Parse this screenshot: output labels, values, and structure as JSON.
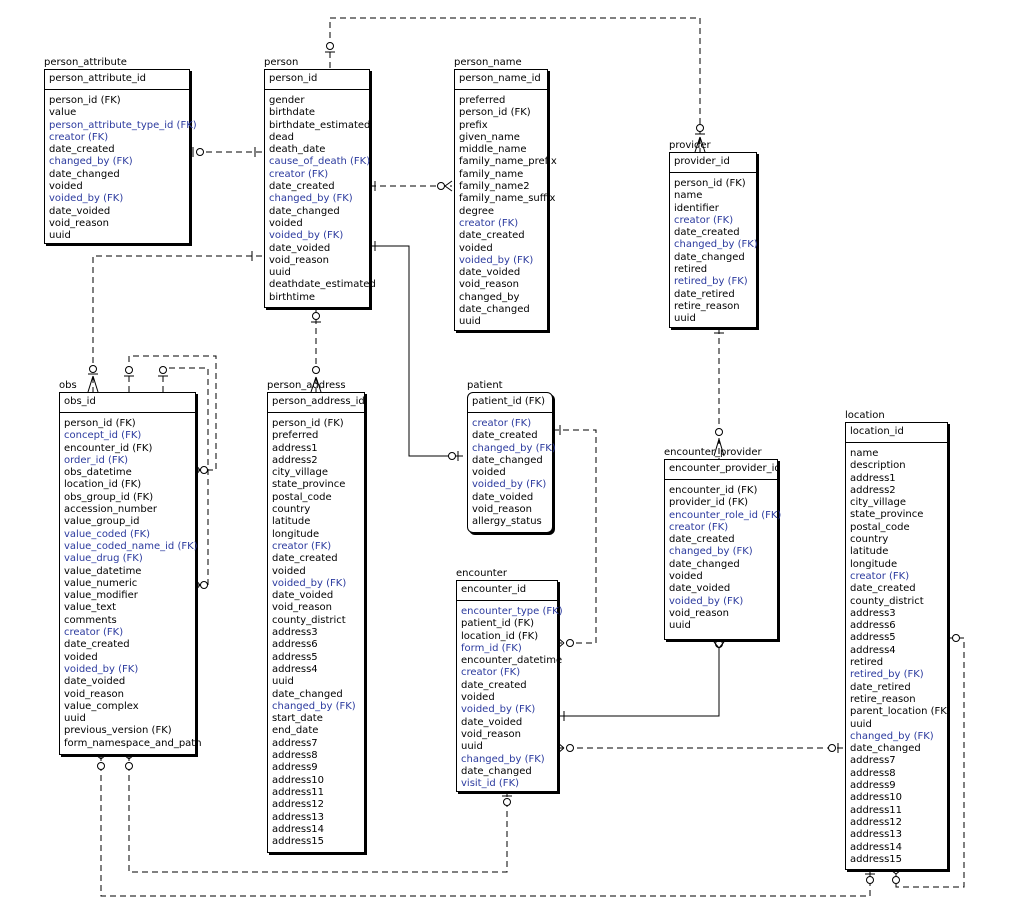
{
  "entities": [
    {
      "id": "person_attribute",
      "name": "person_attribute",
      "pk": "person_attribute_id",
      "attrs": [
        {
          "t": "person_id (FK)"
        },
        {
          "t": "value"
        },
        {
          "t": "person_attribute_type_id (FK)",
          "fk": true
        },
        {
          "t": "creator (FK)",
          "fk": true
        },
        {
          "t": "date_created"
        },
        {
          "t": "changed_by (FK)",
          "fk": true
        },
        {
          "t": "date_changed"
        },
        {
          "t": "voided"
        },
        {
          "t": "voided_by (FK)",
          "fk": true
        },
        {
          "t": "date_voided"
        },
        {
          "t": "void_reason"
        },
        {
          "t": "uuid"
        }
      ]
    },
    {
      "id": "person",
      "name": "person",
      "pk": "person_id",
      "attrs": [
        {
          "t": "gender"
        },
        {
          "t": "birthdate"
        },
        {
          "t": "birthdate_estimated"
        },
        {
          "t": "dead"
        },
        {
          "t": "death_date"
        },
        {
          "t": "cause_of_death (FK)",
          "fk": true
        },
        {
          "t": "creator (FK)",
          "fk": true
        },
        {
          "t": "date_created"
        },
        {
          "t": "changed_by (FK)",
          "fk": true
        },
        {
          "t": "date_changed"
        },
        {
          "t": "voided"
        },
        {
          "t": "voided_by (FK)",
          "fk": true
        },
        {
          "t": "date_voided"
        },
        {
          "t": "void_reason"
        },
        {
          "t": "uuid"
        },
        {
          "t": "deathdate_estimated"
        },
        {
          "t": "birthtime"
        }
      ]
    },
    {
      "id": "person_name",
      "name": "person_name",
      "pk": "person_name_id",
      "attrs": [
        {
          "t": "preferred"
        },
        {
          "t": "person_id (FK)"
        },
        {
          "t": "prefix"
        },
        {
          "t": "given_name"
        },
        {
          "t": "middle_name"
        },
        {
          "t": "family_name_prefix"
        },
        {
          "t": "family_name"
        },
        {
          "t": "family_name2"
        },
        {
          "t": "family_name_suffix"
        },
        {
          "t": "degree"
        },
        {
          "t": "creator (FK)",
          "fk": true
        },
        {
          "t": "date_created"
        },
        {
          "t": "voided"
        },
        {
          "t": "voided_by (FK)",
          "fk": true
        },
        {
          "t": "date_voided"
        },
        {
          "t": "void_reason"
        },
        {
          "t": "changed_by"
        },
        {
          "t": "date_changed"
        },
        {
          "t": "uuid"
        }
      ]
    },
    {
      "id": "provider",
      "name": "provider",
      "pk": "provider_id",
      "attrs": [
        {
          "t": "person_id (FK)"
        },
        {
          "t": "name"
        },
        {
          "t": "identifier"
        },
        {
          "t": "creator (FK)",
          "fk": true
        },
        {
          "t": "date_created"
        },
        {
          "t": "changed_by (FK)",
          "fk": true
        },
        {
          "t": "date_changed"
        },
        {
          "t": "retired"
        },
        {
          "t": "retired_by (FK)",
          "fk": true
        },
        {
          "t": "date_retired"
        },
        {
          "t": "retire_reason"
        },
        {
          "t": "uuid"
        }
      ]
    },
    {
      "id": "obs",
      "name": "obs",
      "pk": "obs_id",
      "attrs": [
        {
          "t": "person_id (FK)"
        },
        {
          "t": "concept_id (FK)",
          "fk": true
        },
        {
          "t": "encounter_id (FK)"
        },
        {
          "t": "order_id (FK)",
          "fk": true
        },
        {
          "t": "obs_datetime"
        },
        {
          "t": "location_id (FK)"
        },
        {
          "t": "obs_group_id (FK)"
        },
        {
          "t": "accession_number"
        },
        {
          "t": "value_group_id"
        },
        {
          "t": "value_coded (FK)",
          "fk": true
        },
        {
          "t": "value_coded_name_id (FK)",
          "fk": true
        },
        {
          "t": "value_drug (FK)",
          "fk": true
        },
        {
          "t": "value_datetime"
        },
        {
          "t": "value_numeric"
        },
        {
          "t": "value_modifier"
        },
        {
          "t": "value_text"
        },
        {
          "t": "comments"
        },
        {
          "t": "creator (FK)",
          "fk": true
        },
        {
          "t": "date_created"
        },
        {
          "t": "voided"
        },
        {
          "t": "voided_by (FK)",
          "fk": true
        },
        {
          "t": "date_voided"
        },
        {
          "t": "void_reason"
        },
        {
          "t": "value_complex"
        },
        {
          "t": "uuid"
        },
        {
          "t": "previous_version (FK)"
        },
        {
          "t": "form_namespace_and_path"
        }
      ]
    },
    {
      "id": "person_address",
      "name": "person_address",
      "pk": "person_address_id",
      "attrs": [
        {
          "t": "person_id (FK)"
        },
        {
          "t": "preferred"
        },
        {
          "t": "address1"
        },
        {
          "t": "address2"
        },
        {
          "t": "city_village"
        },
        {
          "t": "state_province"
        },
        {
          "t": "postal_code"
        },
        {
          "t": "country"
        },
        {
          "t": "latitude"
        },
        {
          "t": "longitude"
        },
        {
          "t": "creator (FK)",
          "fk": true
        },
        {
          "t": "date_created"
        },
        {
          "t": "voided"
        },
        {
          "t": "voided_by (FK)",
          "fk": true
        },
        {
          "t": "date_voided"
        },
        {
          "t": "void_reason"
        },
        {
          "t": "county_district"
        },
        {
          "t": "address3"
        },
        {
          "t": "address6"
        },
        {
          "t": "address5"
        },
        {
          "t": "address4"
        },
        {
          "t": "uuid"
        },
        {
          "t": "date_changed"
        },
        {
          "t": "changed_by (FK)",
          "fk": true
        },
        {
          "t": "start_date"
        },
        {
          "t": "end_date"
        },
        {
          "t": "address7"
        },
        {
          "t": "address8"
        },
        {
          "t": "address9"
        },
        {
          "t": "address10"
        },
        {
          "t": "address11"
        },
        {
          "t": "address12"
        },
        {
          "t": "address13"
        },
        {
          "t": "address14"
        },
        {
          "t": "address15"
        }
      ]
    },
    {
      "id": "patient",
      "name": "patient",
      "pk": "patient_id (FK)",
      "round": true,
      "attrs": [
        {
          "t": "creator (FK)",
          "fk": true
        },
        {
          "t": "date_created"
        },
        {
          "t": "changed_by (FK)",
          "fk": true
        },
        {
          "t": "date_changed"
        },
        {
          "t": "voided"
        },
        {
          "t": "voided_by (FK)",
          "fk": true
        },
        {
          "t": "date_voided"
        },
        {
          "t": "void_reason"
        },
        {
          "t": "allergy_status"
        }
      ]
    },
    {
      "id": "encounter_provider",
      "name": "encounter_provider",
      "pk": "encounter_provider_id",
      "attrs": [
        {
          "t": "encounter_id (FK)"
        },
        {
          "t": "provider_id (FK)"
        },
        {
          "t": "encounter_role_id (FK)",
          "fk": true
        },
        {
          "t": "creator (FK)",
          "fk": true
        },
        {
          "t": "date_created"
        },
        {
          "t": "changed_by (FK)",
          "fk": true
        },
        {
          "t": "date_changed"
        },
        {
          "t": "voided"
        },
        {
          "t": "date_voided"
        },
        {
          "t": "voided_by (FK)",
          "fk": true
        },
        {
          "t": "void_reason"
        },
        {
          "t": "uuid"
        }
      ]
    },
    {
      "id": "encounter",
      "name": "encounter",
      "pk": "encounter_id",
      "attrs": [
        {
          "t": "encounter_type (FK)",
          "fk": true
        },
        {
          "t": "patient_id (FK)"
        },
        {
          "t": "location_id (FK)"
        },
        {
          "t": "form_id (FK)",
          "fk": true
        },
        {
          "t": "encounter_datetime"
        },
        {
          "t": "creator (FK)",
          "fk": true
        },
        {
          "t": "date_created"
        },
        {
          "t": "voided"
        },
        {
          "t": "voided_by (FK)",
          "fk": true
        },
        {
          "t": "date_voided"
        },
        {
          "t": "void_reason"
        },
        {
          "t": "uuid"
        },
        {
          "t": "changed_by (FK)",
          "fk": true
        },
        {
          "t": "date_changed"
        },
        {
          "t": "visit_id (FK)",
          "fk": true
        }
      ]
    },
    {
      "id": "location",
      "name": "location",
      "pk": "location_id",
      "attrs": [
        {
          "t": "name"
        },
        {
          "t": "description"
        },
        {
          "t": "address1"
        },
        {
          "t": "address2"
        },
        {
          "t": "city_village"
        },
        {
          "t": "state_province"
        },
        {
          "t": "postal_code"
        },
        {
          "t": "country"
        },
        {
          "t": "latitude"
        },
        {
          "t": "longitude"
        },
        {
          "t": "creator (FK)",
          "fk": true
        },
        {
          "t": "date_created"
        },
        {
          "t": "county_district"
        },
        {
          "t": "address3"
        },
        {
          "t": "address6"
        },
        {
          "t": "address5"
        },
        {
          "t": "address4"
        },
        {
          "t": "retired"
        },
        {
          "t": "retired_by (FK)",
          "fk": true
        },
        {
          "t": "date_retired"
        },
        {
          "t": "retire_reason"
        },
        {
          "t": "parent_location (FK)"
        },
        {
          "t": "uuid"
        },
        {
          "t": "changed_by (FK)",
          "fk": true
        },
        {
          "t": "date_changed"
        },
        {
          "t": "address7"
        },
        {
          "t": "address8"
        },
        {
          "t": "address9"
        },
        {
          "t": "address10"
        },
        {
          "t": "address11"
        },
        {
          "t": "address12"
        },
        {
          "t": "address13"
        },
        {
          "t": "address14"
        },
        {
          "t": "address15"
        }
      ]
    }
  ]
}
